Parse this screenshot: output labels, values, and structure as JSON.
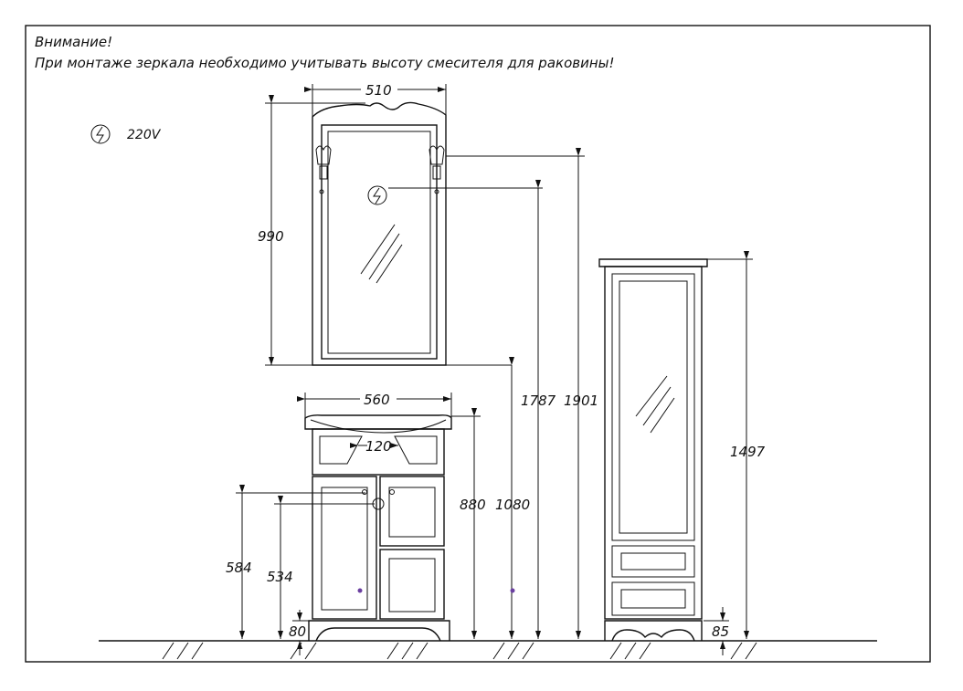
{
  "notice": {
    "title": "Внимание!",
    "text": "При монтаже зеркала необходимо учитывать высоту смесителя для раковины!"
  },
  "legend": {
    "icon": "electric-socket-icon",
    "voltage_label": "220V"
  },
  "mirror": {
    "width_label": "510",
    "height_label": "990",
    "socket_height_label": "1787",
    "top_height_label": "1901"
  },
  "vanity": {
    "width_label": "560",
    "drain_offset_label": "120",
    "height_label": "880",
    "mirror_bottom_label": "1080",
    "hot_inlet_label": "584",
    "cold_inlet_label": "534",
    "drain_base_label": "80"
  },
  "cabinet": {
    "height_label": "1497",
    "base_label": "85"
  },
  "colors": {
    "line": "#111111",
    "accent_dot": "#6a3fa0"
  }
}
